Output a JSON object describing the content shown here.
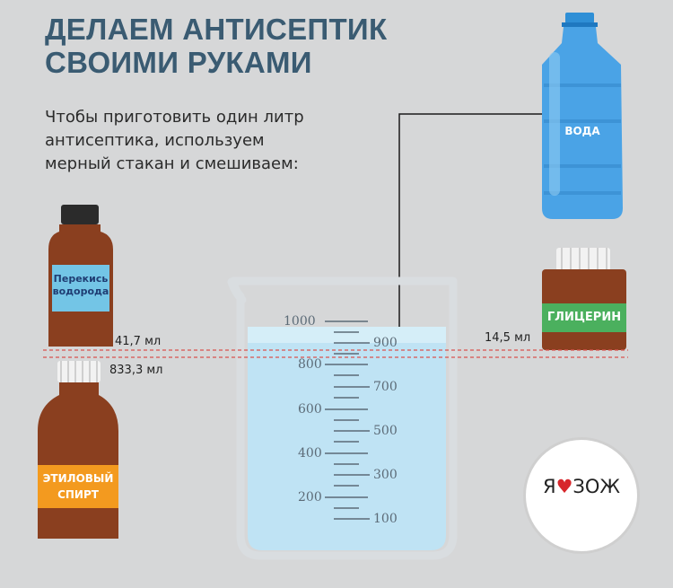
{
  "title": {
    "line1": "ДЕЛАЕМ АНТИСЕПТИК",
    "line2": "СВОИМИ РУКАМИ"
  },
  "intro": {
    "line1": "Чтобы приготовить один литр",
    "line2": "антисептика, используем",
    "line3": "мерный стакан и смешиваем:"
  },
  "bottles": {
    "water": "ВОДА",
    "peroxide_line1": "Перекись",
    "peroxide_line2": "водорода",
    "glycerin": "ГЛИЦЕРИН",
    "alcohol_line1": "ЭТИЛОВЫЙ",
    "alcohol_line2": "СПИРТ"
  },
  "amounts": {
    "peroxide": "41,7 мл",
    "alcohol": "833,3 мл",
    "glycerin": "14,5 мл"
  },
  "beaker_scale": {
    "left": [
      "1000",
      "800",
      "600",
      "400",
      "200"
    ],
    "right": [
      "900",
      "700",
      "500",
      "300",
      "100"
    ]
  },
  "logo": {
    "ya": "Я",
    "heart": "♥",
    "zozh": "ЗОЖ"
  },
  "colors": {
    "title": "#3a5b72",
    "water": "#2f8fd6",
    "bottle_brown": "#8a3f1f",
    "label_blue": "#73c5e6",
    "label_orange": "#f39a1f",
    "label_green": "#4bb05e",
    "dashed_line": "#d9534f"
  }
}
